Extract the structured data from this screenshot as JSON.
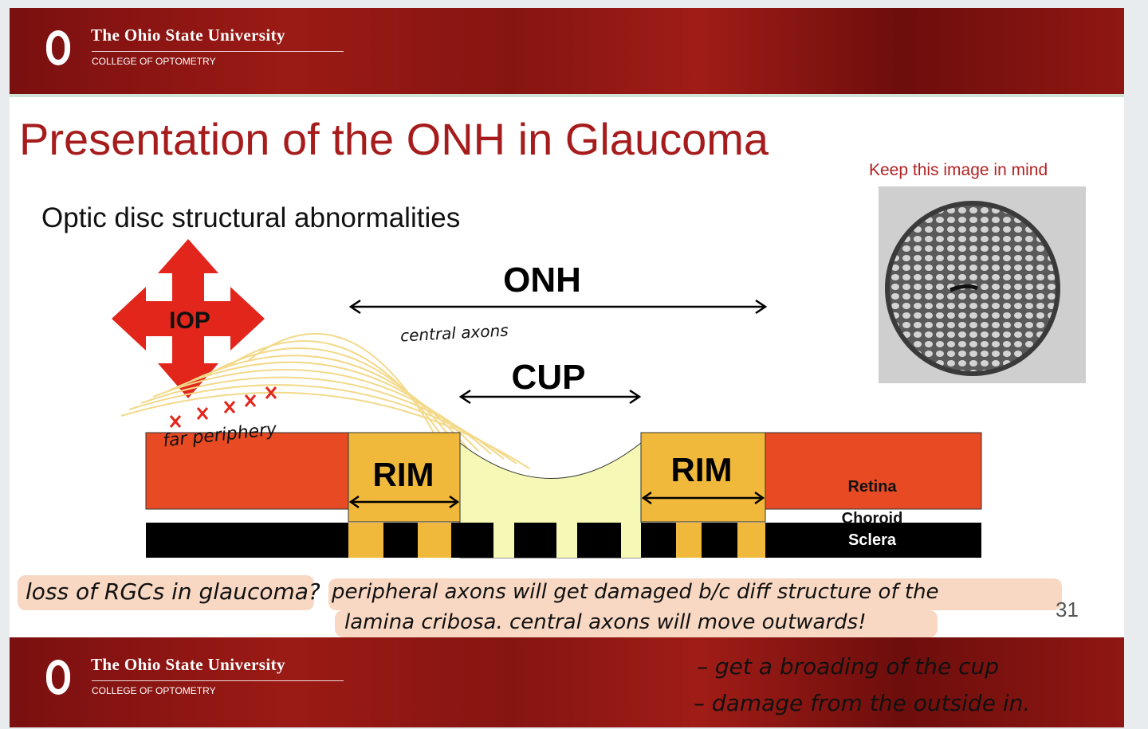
{
  "header": {
    "university": "The Ohio State University",
    "college": "COLLEGE OF OPTOMETRY"
  },
  "slide": {
    "title": "Presentation of the ONH in Glaucoma",
    "subtitle": "Optic disc structural abnormalities",
    "page_number": "31",
    "keep_image_label": "Keep this image in mind"
  },
  "diagram": {
    "iop": "IOP",
    "onh": "ONH",
    "cup": "CUP",
    "rim_left": "RIM",
    "rim_right": "RIM",
    "retina": "Retina",
    "choroid": "Choroid",
    "sclera": "Sclera"
  },
  "handwritten": {
    "central_axons": "central axons",
    "far_periphery": "far periphery",
    "question": "loss of RGCs in glaucoma?",
    "answer_line1": "peripheral axons will get damaged b/c diff structure of the",
    "answer_line2": "lamina cribosa. central axons will move outwards!",
    "bullet1": "– get a broading of the cup",
    "bullet2": "– damage from the outside in."
  },
  "footer": {
    "university": "The Ohio State University",
    "college": "COLLEGE OF OPTOMETRY"
  },
  "colors": {
    "brand_red": "#a61c1c",
    "retina": "#e84a23",
    "rim": "#f1b93c",
    "cup": "#f6f8b5",
    "sclera": "#000000",
    "iop_arrow": "#e2261c"
  }
}
